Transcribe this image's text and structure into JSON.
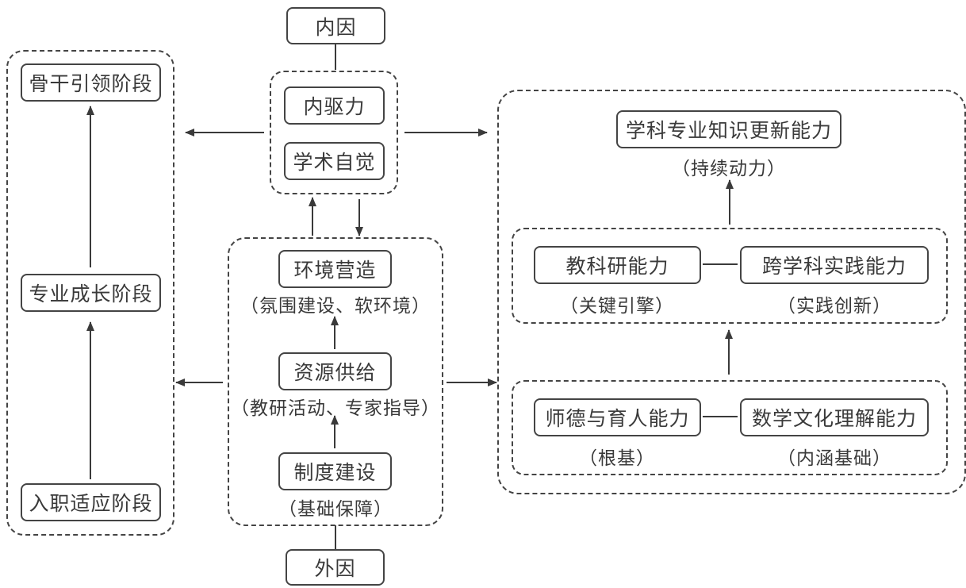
{
  "internal_factor": "内因",
  "external_factor": "外因",
  "internal_group": {
    "items": [
      "内驱力",
      "学术自觉"
    ]
  },
  "external_group": {
    "items": [
      {
        "label": "环境营造",
        "note": "（氛围建设、软环境）"
      },
      {
        "label": "资源供给",
        "note": "（教研活动、专家指导）"
      },
      {
        "label": "制度建设",
        "note": "（基础保障）"
      }
    ]
  },
  "stages": {
    "items": [
      "骨干引领阶段",
      "专业成长阶段",
      "入职适应阶段"
    ]
  },
  "abilities": {
    "top": {
      "label": "学科专业知识更新能力",
      "note": "（持续动力）"
    },
    "middle": [
      {
        "label": "教科研能力",
        "note": "（关键引擎）"
      },
      {
        "label": "跨学科实践能力",
        "note": "（实践创新）"
      }
    ],
    "bottom": [
      {
        "label": "师德与育人能力",
        "note": "（根基）"
      },
      {
        "label": "数学文化理解能力",
        "note": "（内涵基础）"
      }
    ]
  }
}
